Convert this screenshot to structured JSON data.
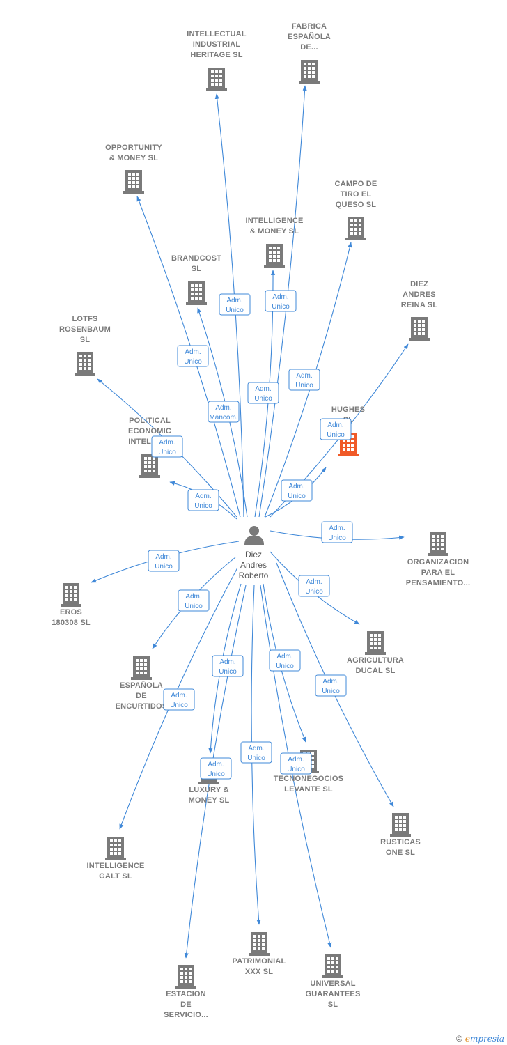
{
  "center": {
    "label_lines": [
      "Diez",
      "Andres",
      "Roberto"
    ],
    "icon": "person-icon"
  },
  "colors": {
    "edge": "#3f88d8",
    "building": "#7a7a7a",
    "highlight": "#f05a28"
  },
  "nodes": [
    {
      "id": "intellectual-industrial-heritage",
      "label_lines": [
        "INTELLECTUAL",
        "INDUSTRIAL",
        "HERITAGE  SL"
      ]
    },
    {
      "id": "fabrica-espanola",
      "label_lines": [
        "FABRICA",
        "ESPAÑOLA",
        "DE..."
      ]
    },
    {
      "id": "opportunity-money",
      "label_lines": [
        "OPPORTUNITY",
        "& MONEY  SL"
      ]
    },
    {
      "id": "campo-de-tiro",
      "label_lines": [
        "CAMPO DE",
        "TIRO EL",
        "QUESO  SL"
      ]
    },
    {
      "id": "intelligence-money",
      "label_lines": [
        "INTELLIGENCE",
        "& MONEY  SL"
      ]
    },
    {
      "id": "brandcost",
      "label_lines": [
        "BRANDCOST",
        "SL"
      ]
    },
    {
      "id": "diez-andres-reina",
      "label_lines": [
        "DIEZ",
        "ANDRES",
        "REINA  SL"
      ]
    },
    {
      "id": "lotfs-rosenbaum",
      "label_lines": [
        "LOTFS",
        "ROSENBAUM",
        "SL"
      ]
    },
    {
      "id": "hughes",
      "label_lines": [
        "HUGHES",
        "SL"
      ],
      "highlight": true
    },
    {
      "id": "political-economic",
      "label_lines": [
        "POLITICAL",
        "ECONOMIC",
        "INTELLIG..."
      ]
    },
    {
      "id": "organizacion-pensamiento",
      "label_lines": [
        "ORGANIZACION",
        "PARA EL",
        "PENSAMIENTO..."
      ]
    },
    {
      "id": "eros-180308",
      "label_lines": [
        "EROS",
        "180308  SL"
      ]
    },
    {
      "id": "agricultura-ducal",
      "label_lines": [
        "AGRICULTURA",
        "DUCAL  SL"
      ]
    },
    {
      "id": "espanola-encurtidos",
      "label_lines": [
        "ESPAÑOLA",
        "DE",
        "ENCURTIDOS"
      ]
    },
    {
      "id": "tecnonegocios-levante",
      "label_lines": [
        "TECNONEGOCIOS",
        "LEVANTE SL"
      ]
    },
    {
      "id": "luxury-money",
      "label_lines": [
        "LUXURY &",
        "MONEY  SL"
      ]
    },
    {
      "id": "rusticas-one",
      "label_lines": [
        "RUSTICAS",
        "ONE SL"
      ]
    },
    {
      "id": "intelligence-galt",
      "label_lines": [
        "INTELLIGENCE",
        "GALT  SL"
      ]
    },
    {
      "id": "patrimonial-xxx",
      "label_lines": [
        "PATRIMONIAL",
        "XXX  SL"
      ]
    },
    {
      "id": "universal-guarantees",
      "label_lines": [
        "UNIVERSAL",
        "GUARANTEES",
        "SL"
      ]
    },
    {
      "id": "estacion-de-servicio",
      "label_lines": [
        "ESTACION",
        "DE",
        "SERVICIO..."
      ]
    }
  ],
  "edges": [
    {
      "to": "intellectual-industrial-heritage",
      "role": [
        "Adm.",
        "Unico"
      ]
    },
    {
      "to": "fabrica-espanola",
      "role": [
        "Adm.",
        "Unico"
      ]
    },
    {
      "to": "opportunity-money",
      "role": [
        "Adm.",
        "Unico"
      ]
    },
    {
      "to": "campo-de-tiro",
      "role": [
        "Adm.",
        "Unico"
      ]
    },
    {
      "to": "intelligence-money",
      "role": [
        "Adm.",
        "Unico"
      ]
    },
    {
      "to": "brandcost",
      "role": [
        "Adm.",
        "Mancom."
      ]
    },
    {
      "to": "diez-andres-reina",
      "role": [
        "Adm.",
        "Unico"
      ]
    },
    {
      "to": "lotfs-rosenbaum",
      "role": [
        "Adm.",
        "Unico"
      ]
    },
    {
      "to": "hughes",
      "role": [
        "Adm.",
        "Unico"
      ]
    },
    {
      "to": "political-economic",
      "role": [
        "Adm.",
        "Unico"
      ]
    },
    {
      "to": "organizacion-pensamiento",
      "role": [
        "Adm.",
        "Unico"
      ]
    },
    {
      "to": "eros-180308",
      "role": [
        "Adm.",
        "Unico"
      ]
    },
    {
      "to": "agricultura-ducal",
      "role": [
        "Adm.",
        "Unico"
      ]
    },
    {
      "to": "espanola-encurtidos",
      "role": [
        "Adm.",
        "Unico"
      ]
    },
    {
      "to": "tecnonegocios-levante",
      "role": [
        "Adm.",
        "Unico"
      ]
    },
    {
      "to": "luxury-money",
      "role": [
        "Adm.",
        "Unico"
      ]
    },
    {
      "to": "rusticas-one",
      "role": [
        "Adm.",
        "Unico"
      ]
    },
    {
      "to": "intelligence-galt",
      "role": [
        "Adm.",
        "Unico"
      ]
    },
    {
      "to": "patrimonial-xxx",
      "role": [
        "Adm.",
        "Unico"
      ]
    },
    {
      "to": "universal-guarantees",
      "role": [
        "Adm.",
        "Unico"
      ]
    },
    {
      "to": "estacion-de-servicio",
      "role": [
        "Adm.",
        "Unico"
      ]
    }
  ],
  "footer": {
    "copyright": "©",
    "brand_e": "e",
    "brand_rest": "mpresia"
  }
}
